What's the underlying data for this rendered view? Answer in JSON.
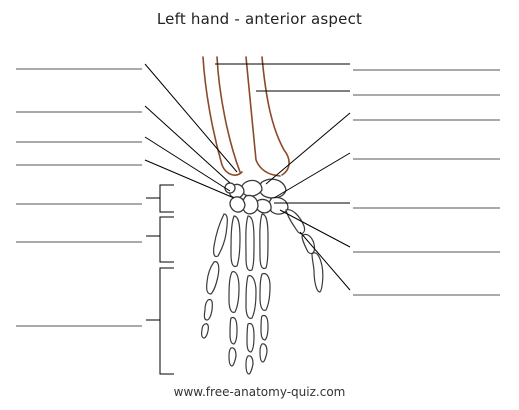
{
  "title": "Left hand - anterior aspect",
  "website": "www.free-anatomy-quiz.com",
  "colors": {
    "bone_outline": "#3a3a3a",
    "forearm_bone": "#8a4a2a",
    "leader_line": "#000000",
    "answer_line": "#555555"
  },
  "label_blanks": {
    "left_count": 7,
    "right_count": 7
  }
}
